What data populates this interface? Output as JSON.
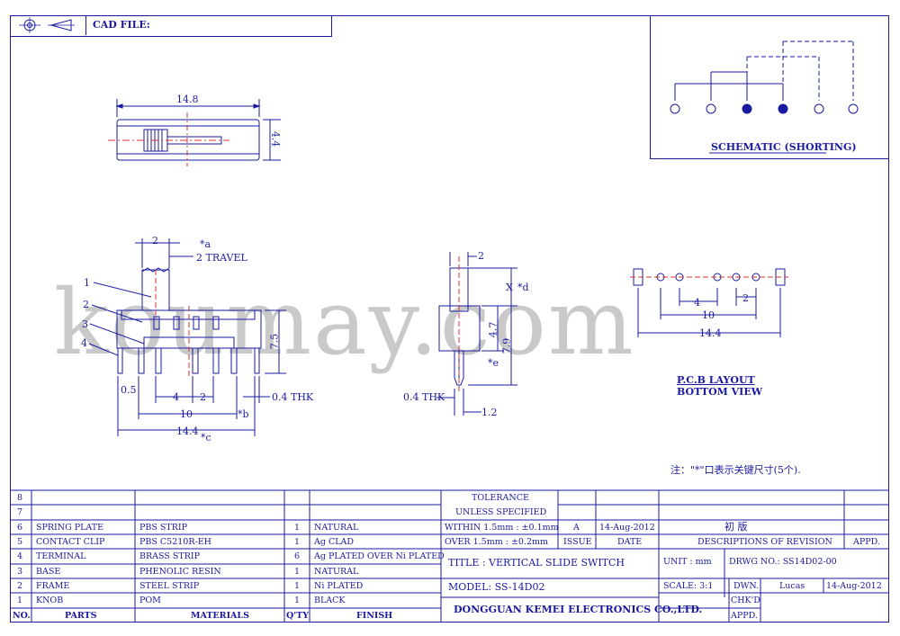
{
  "header": {
    "cad_label": "CAD FILE:"
  },
  "top_view": {
    "width": "14.8",
    "height": "4.4"
  },
  "side_view": {
    "dims": {
      "pitch_top": "2",
      "a_mark": "*a",
      "travel": "2 TRAVEL",
      "h75": "7.5",
      "d05": "0.5",
      "d4": "4",
      "d2": "2",
      "thk": "0.4 THK",
      "d10": "10",
      "b_mark": "*b",
      "d144": "14.4",
      "c_mark": "*c"
    },
    "callouts": [
      "1",
      "2",
      "3",
      "4"
    ]
  },
  "end_view": {
    "dims": {
      "top": "2",
      "x": "X",
      "d_mark": "*d",
      "h47": "4.7",
      "h79": "7.9",
      "e_mark": "*e",
      "thk": "0.4 THK",
      "w12": "1.2"
    }
  },
  "pcb": {
    "dims": {
      "d4": "4",
      "d2": "2",
      "d10": "10",
      "d144": "14.4"
    },
    "title1": "P.C.B LAYOUT",
    "title2": "BOTTOM VIEW"
  },
  "schematic": {
    "title": "SCHEMATIC (SHORTING)"
  },
  "note": "注：\"*\"口表示关键尺寸(5个).",
  "watermark": "koumay.com",
  "parts": [
    {
      "no": "8",
      "part": "",
      "material": "",
      "qty": "",
      "finish": ""
    },
    {
      "no": "7",
      "part": "",
      "material": "",
      "qty": "",
      "finish": ""
    },
    {
      "no": "6",
      "part": "SPRING PLATE",
      "material": "PBS STRIP",
      "qty": "1",
      "finish": "NATURAL"
    },
    {
      "no": "5",
      "part": "CONTACT CLIP",
      "material": "PBS C5210R-EH",
      "qty": "1",
      "finish": "Ag CLAD"
    },
    {
      "no": "4",
      "part": "TERMINAL",
      "material": "BRASS STRIP",
      "qty": "6",
      "finish": "Ag PLATED OVER Ni PLATED"
    },
    {
      "no": "3",
      "part": "BASE",
      "material": "PHENOLIC RESIN",
      "qty": "1",
      "finish": "NATURAL"
    },
    {
      "no": "2",
      "part": "FRAME",
      "material": "STEEL STRIP",
      "qty": "1",
      "finish": "Ni PLATED"
    },
    {
      "no": "1",
      "part": "KNOB",
      "material": "POM",
      "qty": "1",
      "finish": "BLACK"
    }
  ],
  "parts_header": {
    "no": "NO.",
    "part": "PARTS",
    "material": "MATERIALS",
    "qty": "Q'TY",
    "finish": "FINISH"
  },
  "tolerance": {
    "title1": "TOLERANCE",
    "title2": "UNLESS  SPECIFIED",
    "within": "WITHIN 1.5mm : ±0.1mm",
    "over": "OVER 1.5mm : ±0.2mm"
  },
  "revision": {
    "issue_val": "A",
    "date_val": "14-Aug-2012",
    "desc_val": "初  版",
    "issue": "ISSUE",
    "date": "DATE",
    "desc": "DESCRIPTIONS OF REVISION",
    "appd": "APPD."
  },
  "title_block": {
    "title": "TITLE :  VERTICAL SLIDE SWITCH",
    "unit": "UNIT :  mm",
    "drwg": "DRWG NO.: SS14D02-00",
    "model": "MODEL:  SS-14D02",
    "scale": "SCALE:  3:1",
    "dwn": "DWN.",
    "dwn_name": "Lucas",
    "dwn_date": "14-Aug-2012",
    "chkd": "CHK'D",
    "appd": "APPD.",
    "company": "DONGGUAN KEMEI ELECTRONICS CO.,LTD."
  }
}
